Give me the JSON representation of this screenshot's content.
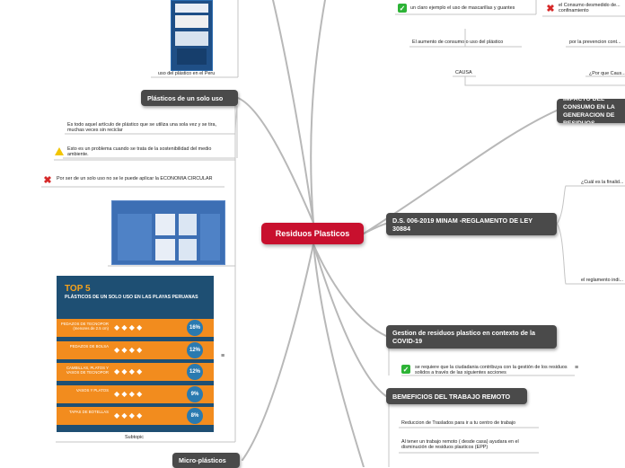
{
  "central": {
    "label": "Residuos Plasticos"
  },
  "nodes": {
    "plasticos_un_solo_uso": "Plásticos de un solo uso",
    "impacto": "IMPACTO DEL CONSUMO EN LA GENERACION DE RESIDUOS",
    "ds_minam": "D.S. 006-2019 MINAM -REGLAMENTO DE LEY 30884",
    "gestion_covid": "Gestion de residuos plastico en contexto de la COVID-19",
    "beneficios": "BEMEFICIOS DEL TRABAJO REMOTO",
    "micro": "Micro-plásticos"
  },
  "texts": {
    "uso_plastico_peru": "uso del plástico en el  Peru",
    "def_un_solo_uso": "Es todo aquel artículo de plástico que se utiliza una sola vez y se tira, muchas veces sin reciclar",
    "problema": "Esto es un problema cuando se trata de la sostenibilidad del medio ambiente.",
    "economia_circular": "Por ser de un solo uso no se le puede aplicar la ECONOMIA CIRCULAR",
    "subtopic": "Subtopic",
    "mascarillas": "un claro ejemplo el uso de mascarillas y guantes",
    "consumo_desmedido": "el Consumo desmedido de... confinamiento",
    "aumento_consumo": "El aumento de consumo o uso del plástico",
    "prevencion": "por la prevencion cont...",
    "causa": "CAUSA",
    "por_que": "¿Por que Caus...",
    "finalidad": "¿Cuál es la finalid...",
    "reglamento": "el reglamento indi...",
    "ciudadania": "se requiere que la ciudadania contribuya con la gestión de los residuos solidos a través de las siguientes acciones",
    "reduccion": "Reduccion de Traslados para ir a tu centro de trabajo",
    "trabajo_remoto": "Al tener un trabajo remoto ( desde casa) ayudara en el disminución de residuos plasticos (EPP)"
  },
  "infographic_top5": {
    "title_line1": "TOP 5",
    "title_line2": "PLÁSTICOS DE UN SOLO USO EN LAS PLAYAS PERUANAS",
    "rows": [
      {
        "label": "PEDAZOS DE TECNOPOR (menores de 2.5 cm)",
        "value": "16%"
      },
      {
        "label": "PEDAZOS DE BOLSA",
        "value": "12%"
      },
      {
        "label": "CAMBILLAS, PLATOS Y VASOS DE TECNOPOR",
        "value": "12%"
      },
      {
        "label": "VASOS Y PLATOS",
        "value": "9%"
      },
      {
        "label": "TAPAS DE BOTELLAS",
        "value": "8%"
      }
    ]
  },
  "colors": {
    "central": "#c8102e",
    "node": "#4a4a4a",
    "line": "#b0b0b0",
    "check": "#2db336",
    "cross": "#d62828",
    "warning": "#f2c500",
    "infographic_bg": "#1e4f73",
    "row_orange": "#f28c1e",
    "pct_circle": "#2a7ab0"
  },
  "icons": [
    "check-icon",
    "cross-icon",
    "warning-icon",
    "notes-icon"
  ]
}
